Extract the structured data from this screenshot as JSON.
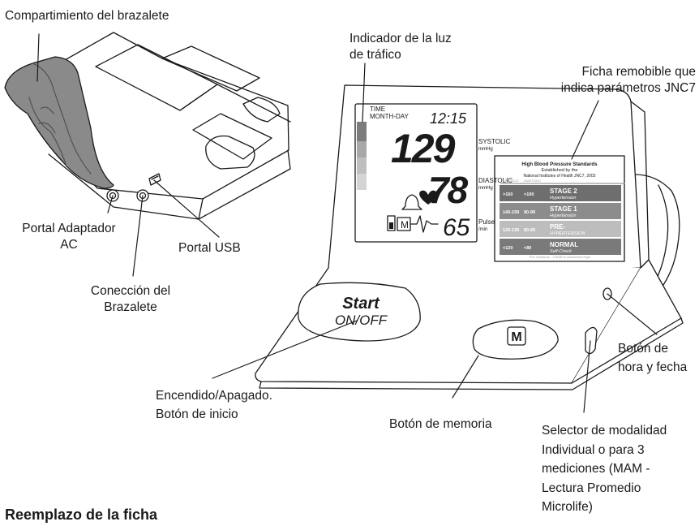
{
  "callouts": {
    "cuff_compartment": "Compartimiento del brazalete",
    "traffic_light": [
      "Indicador de la luz",
      "de tráfico"
    ],
    "removable_card": [
      "Ficha remobible que",
      "indica parámetros JNC7"
    ],
    "ac_adapter_port": [
      "Portal Adaptador",
      "AC"
    ],
    "usb_port": "Portal USB",
    "cuff_connection": [
      "Conección del",
      "Brazalete"
    ],
    "power_button": [
      "Encendido/Apagado.",
      "Botón de inicio"
    ],
    "memory_button": "Botón de memoria",
    "time_date_button": [
      "Botón de",
      "hora y fecha"
    ],
    "mode_selector": [
      "Selector de modalidad",
      "Individual o para 3",
      "mediciones (MAM -",
      "Lectura Promedio",
      "Microlife)"
    ]
  },
  "display": {
    "time_label": "TIME",
    "month_day_label": "MONTH-DAY",
    "clock": "12:15",
    "systolic_value": "129",
    "systolic_label": "SYSTOLIC",
    "systolic_unit": "mmHg",
    "diastolic_value": "78",
    "diastolic_label": "DIASTOLIC",
    "diastolic_unit": "mmHg",
    "pulse_value": "65",
    "pulse_label": "Pulse",
    "pulse_unit": "/min",
    "memory_icon": "M"
  },
  "card": {
    "title": "High Blood Pressure Standards",
    "subtitle1": "Established by the",
    "subtitle2": "National Institutes of Health JNC7, 2003",
    "header_sys": "SYSTOLIC",
    "header_dia": "DIASTOLIC",
    "rows": [
      {
        "sys": ">160",
        "dia": ">100",
        "stage": "STAGE 2",
        "desc": "Hypertension",
        "color": "#6e6e6e"
      },
      {
        "sys": "140-159",
        "dia": "90-99",
        "stage": "STAGE 1",
        "desc": "Hypertension",
        "color": "#8c8c8c"
      },
      {
        "sys": "120-139",
        "dia": "80-89",
        "stage": "PRE-",
        "desc": "HYPERTENSION",
        "color": "#bdbdbd"
      },
      {
        "sys": "<120",
        "dia": "<80",
        "stage": "NORMAL",
        "desc": "Self-Check",
        "color": "#7a7a7a"
      }
    ],
    "footnote": "*For Guidance - 120/80 is considered High"
  },
  "buttons": {
    "start": "Start",
    "on_off": "ON/OFF",
    "memory": "M"
  },
  "section_heading": "Reemplazo de la ficha",
  "colors": {
    "line": "#1a1a1a",
    "cuff_gray": "#8a8a8a",
    "panel": "#ffffff"
  }
}
